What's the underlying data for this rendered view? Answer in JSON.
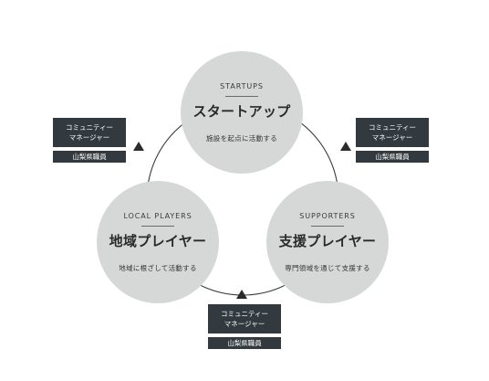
{
  "circles": {
    "startups": {
      "en": "STARTUPS",
      "jp": "スタートアップ",
      "desc": "施設を起点に活動する"
    },
    "local": {
      "en": "LOCAL PLAYERS",
      "jp": "地域プレイヤー",
      "desc": "地域に根ざして活動する"
    },
    "supporters": {
      "en": "SUPPORTERS",
      "jp": "支援プレイヤー",
      "desc": "専門領域を通じて支援する"
    }
  },
  "badges": {
    "left": {
      "line1": "コミュニティー",
      "line2": "マネージャー",
      "sub": "山梨県職員"
    },
    "right": {
      "line1": "コミュニティー",
      "line2": "マネージャー",
      "sub": "山梨県職員"
    },
    "bottom": {
      "line1": "コミュニティー",
      "line2": "マネージャー",
      "sub": "山梨県職員"
    }
  },
  "colors": {
    "circle_fill": "#d6d8d7",
    "badge_fill": "#333a3f",
    "ring_stroke": "#3a3a3a"
  }
}
